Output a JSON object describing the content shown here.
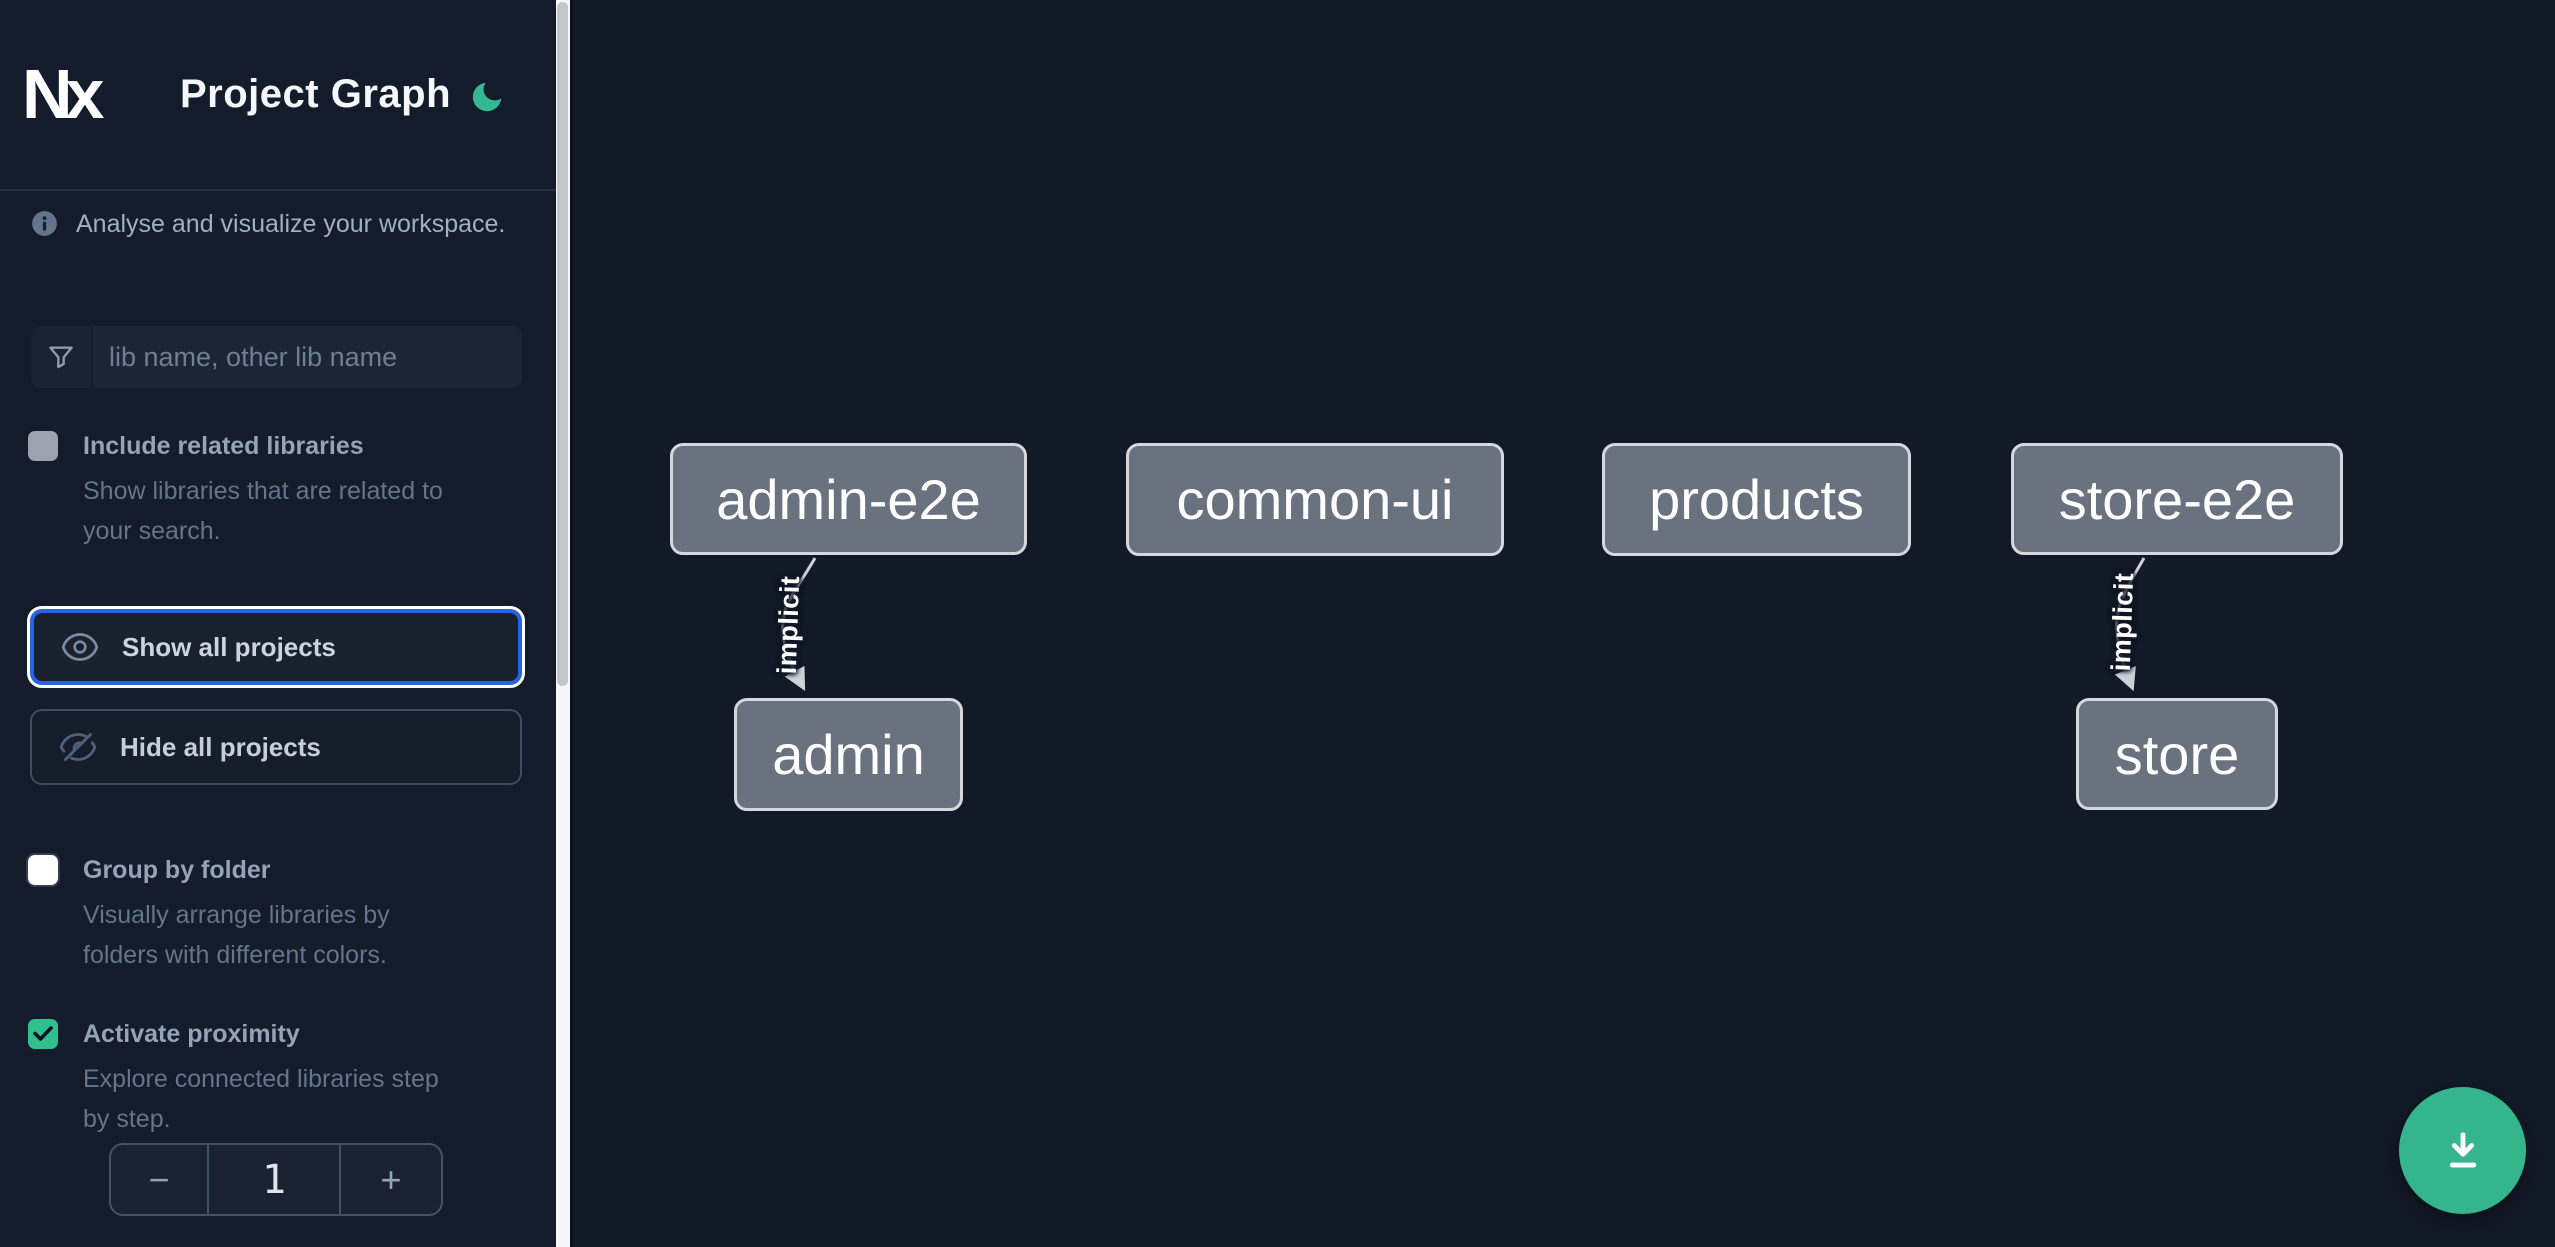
{
  "header": {
    "logo_text": "Nx",
    "title": "Project Graph",
    "theme_toggle_icon": "moon"
  },
  "intro": {
    "text": "Analyse and visualize your workspace."
  },
  "filter": {
    "icon": "funnel",
    "placeholder": "lib name, other lib name",
    "value": ""
  },
  "options": [
    {
      "label": "Include related libraries",
      "description_lines": [
        "Show libraries that are related to",
        "your search."
      ],
      "checked": false,
      "enabled": false
    },
    {
      "label": "Group by folder",
      "description_lines": [
        "Visually arrange libraries by",
        "folders with different colors."
      ],
      "checked": false,
      "enabled": true
    },
    {
      "label": "Activate proximity",
      "description_lines": [
        "Explore connected libraries step",
        "by step."
      ],
      "checked": true,
      "enabled": true
    }
  ],
  "actions": {
    "show_all_label": "Show all projects",
    "hide_all_label": "Hide all projects"
  },
  "proximity_stepper": {
    "decrement_label": "−",
    "value": "1",
    "increment_label": "+"
  },
  "graph": {
    "nodes": [
      {
        "id": "admin-e2e",
        "label": "admin-e2e"
      },
      {
        "id": "common-ui",
        "label": "common-ui"
      },
      {
        "id": "products",
        "label": "products"
      },
      {
        "id": "store-e2e",
        "label": "store-e2e"
      },
      {
        "id": "admin",
        "label": "admin"
      },
      {
        "id": "store",
        "label": "store"
      }
    ],
    "edges": [
      {
        "from": "admin-e2e",
        "to": "admin",
        "label": "implicit",
        "type": "implicit"
      },
      {
        "from": "store-e2e",
        "to": "store",
        "label": "implicit",
        "type": "implicit"
      }
    ]
  },
  "fab": {
    "icon": "download"
  },
  "colors": {
    "sidebar_bg": "#141c2b",
    "canvas_bg": "#121927",
    "accent_blue": "#2563eb",
    "accent_green": "#34b58b",
    "checkbox_green": "#30c08e",
    "node_fill": "#6a7280",
    "node_border": "#d5d9df",
    "edge": "#ccd2da"
  }
}
